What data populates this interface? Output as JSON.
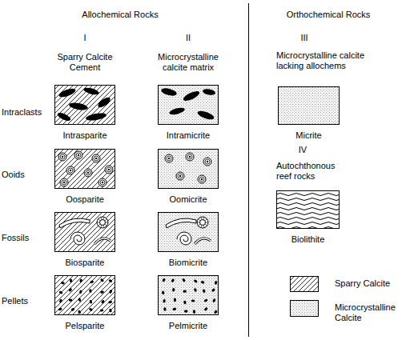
{
  "diagram": {
    "nodes": [
      {
        "text": [
          "Intrasparite"
        ]
      },
      {
        "text": [
          "Intramicrite"
        ]
      },
      {
        "text": [
          "Oosparite"
        ]
      },
      {
        "text": [
          "Oomicrite"
        ]
      },
      {
        "text": [
          "Biosparite"
        ]
      },
      {
        "text": [
          "Biomicrite"
        ]
      },
      {
        "text": [
          "Pelsparite"
        ]
      },
      {
        "text": [
          "Pelmicrite"
        ]
      },
      {
        "text": [
          "Micrite"
        ]
      },
      {
        "text": [
          "Biolithite"
        ]
      }
    ],
    "labels": [
      "Allochemical Rocks",
      "Orthochemical Rocks",
      "I",
      "II",
      "Sparry Calcite Cement",
      "Microcrystalline calcite matrix",
      "III",
      "Microcrystalline calcite lacking allochems",
      "Intraclasts",
      "Ooids",
      "Fossils",
      "Pellets",
      "IV",
      "Autochthonous reef rocks"
    ],
    "legend": [
      {
        "text": "Sparry Calcite"
      },
      {
        "text": "Microcrystalline Calcite"
      }
    ]
  }
}
